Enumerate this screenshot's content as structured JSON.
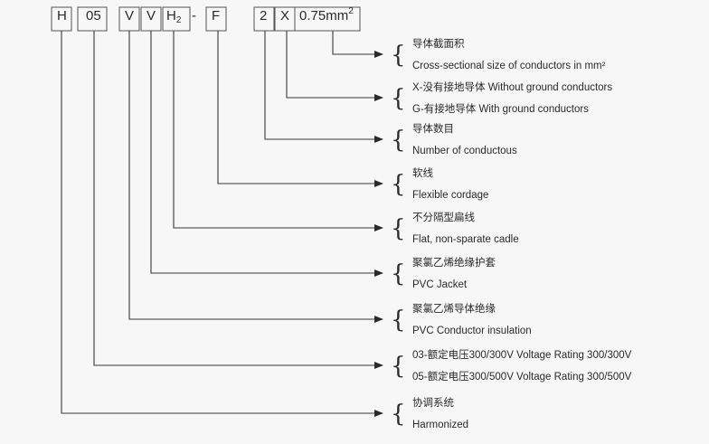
{
  "code_parts": [
    {
      "id": "h",
      "text": "H"
    },
    {
      "id": "v05",
      "text": "05"
    },
    {
      "id": "v1",
      "text": "V"
    },
    {
      "id": "v2",
      "text": "V"
    },
    {
      "id": "h2",
      "text": "H",
      "sub": "2"
    },
    {
      "id": "dash",
      "text": "-"
    },
    {
      "id": "f",
      "text": "F"
    },
    {
      "id": "n2",
      "text": "2"
    },
    {
      "id": "x",
      "text": "X"
    },
    {
      "id": "size",
      "text": "0.75mm",
      "sup": "2"
    }
  ],
  "descriptions": [
    {
      "id": "size",
      "lines": [
        "导体截面积",
        "Cross-sectional size of conductors in mm²"
      ]
    },
    {
      "id": "x",
      "lines": [
        "X-没有接地导体    Without ground conductors",
        "G-有接地导体      With ground conductors"
      ]
    },
    {
      "id": "n2",
      "lines": [
        "导体数目",
        "Number of conductous"
      ]
    },
    {
      "id": "f",
      "lines": [
        "软线",
        "Flexible cordage"
      ]
    },
    {
      "id": "h2",
      "lines": [
        "不分隔型扁线",
        "Flat, non-sparate cadle"
      ]
    },
    {
      "id": "v2",
      "lines": [
        "聚氯乙烯绝缘护套",
        "PVC Jacket"
      ]
    },
    {
      "id": "v1",
      "lines": [
        "聚氯乙烯导体绝缘",
        "PVC Conductor insulation"
      ]
    },
    {
      "id": "v05",
      "lines": [
        "03-额定电压300/300V  Voltage Rating 300/300V",
        "05-额定电压300/500V  Voltage Rating 300/500V"
      ]
    },
    {
      "id": "h",
      "lines": [
        "协调系统",
        "Harmonized"
      ]
    }
  ]
}
